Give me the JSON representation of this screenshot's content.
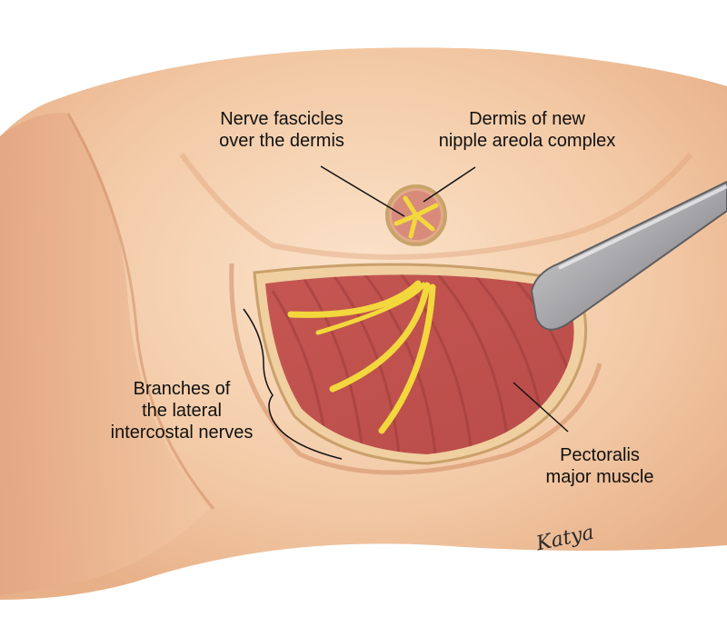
{
  "labels": {
    "nerve_fascicles": {
      "line1": "Nerve fascicles",
      "line2": "over the dermis"
    },
    "dermis_nac": {
      "line1": "Dermis of new",
      "line2": "nipple areola complex"
    },
    "lateral_branches": {
      "line1": "Branches of",
      "line2": "the lateral",
      "line3": "intercostal nerves"
    },
    "pectoralis": {
      "line1": "Pectoralis",
      "line2": "major muscle"
    }
  },
  "signature": "Katya",
  "colors": {
    "skin_light": "#f8d9bd",
    "skin_mid": "#efc09a",
    "skin_shadow": "#d99d75",
    "muscle": "#c65b58",
    "muscle_dark": "#a8433f",
    "nerve": "#f0d43a",
    "dermis_rim": "#e6c98d",
    "metal": "#9a9a9c"
  }
}
